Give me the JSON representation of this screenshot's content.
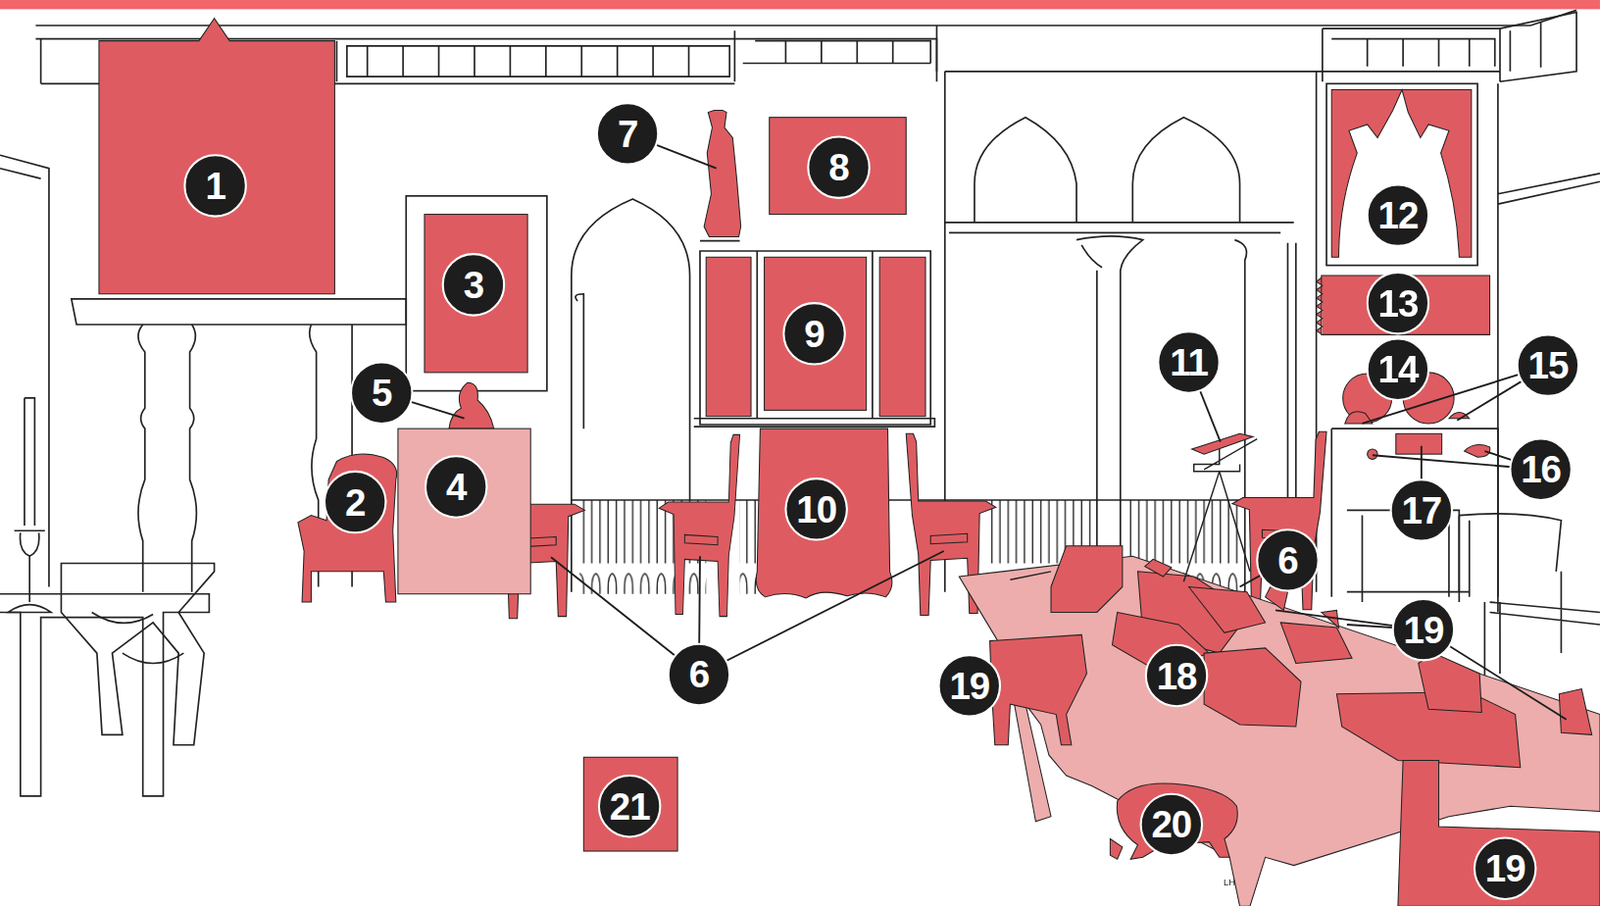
{
  "diagram": {
    "nodes": [
      {
        "text": [
          "1"
        ]
      },
      {
        "text": [
          "2"
        ]
      },
      {
        "text": [
          "3"
        ]
      },
      {
        "text": [
          "4"
        ]
      },
      {
        "text": [
          "5"
        ]
      },
      {
        "text": [
          "6"
        ]
      },
      {
        "text": [
          "6"
        ]
      },
      {
        "text": [
          "7"
        ]
      },
      {
        "text": [
          "8"
        ]
      },
      {
        "text": [
          "9"
        ]
      },
      {
        "text": [
          "10"
        ]
      },
      {
        "text": [
          "11"
        ]
      },
      {
        "text": [
          "12"
        ]
      },
      {
        "text": [
          "13"
        ]
      },
      {
        "text": [
          "14"
        ]
      },
      {
        "text": [
          "15"
        ]
      },
      {
        "text": [
          "16"
        ]
      },
      {
        "text": [
          "17"
        ]
      },
      {
        "text": [
          "18"
        ]
      },
      {
        "text": [
          "19"
        ]
      },
      {
        "text": [
          "19"
        ]
      },
      {
        "text": [
          "19"
        ]
      },
      {
        "text": [
          "20"
        ]
      },
      {
        "text": [
          "21"
        ]
      }
    ],
    "labels": [
      "LH"
    ]
  }
}
